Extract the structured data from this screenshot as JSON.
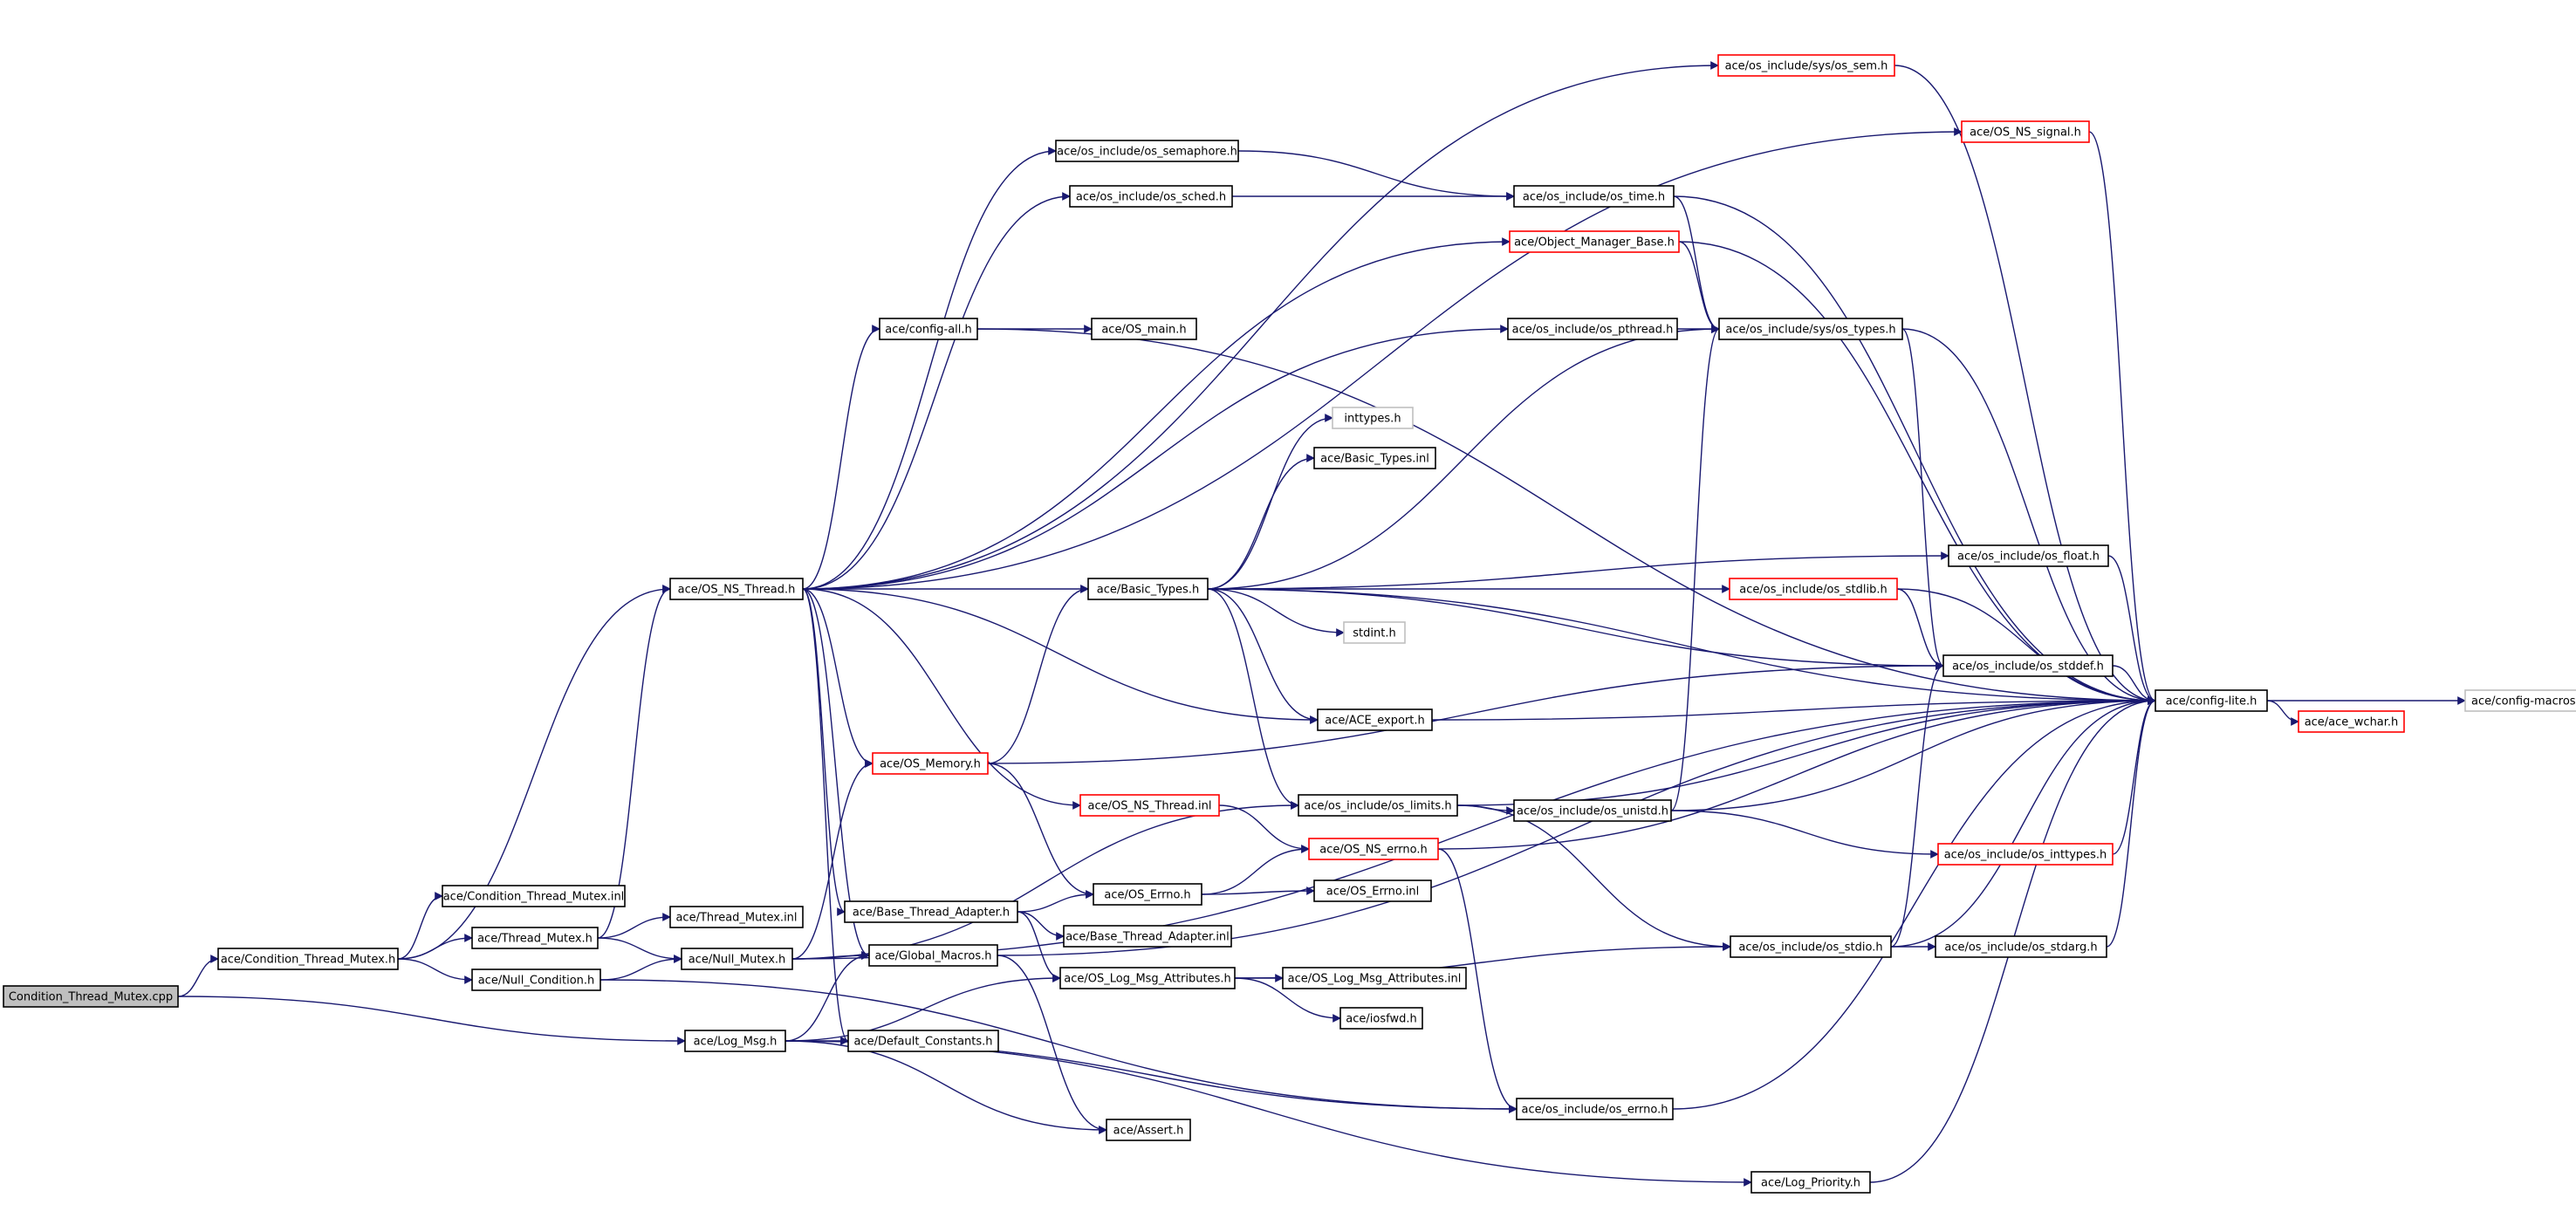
{
  "colors": {
    "edge": "#191970",
    "border_default": "#000000",
    "border_truncated": "#ff0000",
    "border_external": "#bfbfbf",
    "root_fill": "#bfbfbf",
    "fill": "#ffffff"
  },
  "nodes": [
    {
      "id": "root",
      "label": "Condition_Thread_Mutex.cpp",
      "kind": "root"
    },
    {
      "id": "cond_h",
      "label": "ace/Condition_Thread_Mutex.h",
      "kind": "normal"
    },
    {
      "id": "cond_inl",
      "label": "ace/Condition_Thread_Mutex.inl",
      "kind": "normal"
    },
    {
      "id": "thread_mutex_h",
      "label": "ace/Thread_Mutex.h",
      "kind": "normal"
    },
    {
      "id": "thread_mutex_inl",
      "label": "ace/Thread_Mutex.inl",
      "kind": "normal"
    },
    {
      "id": "null_condition_h",
      "label": "ace/Null_Condition.h",
      "kind": "normal"
    },
    {
      "id": "null_mutex_h",
      "label": "ace/Null_Mutex.h",
      "kind": "normal"
    },
    {
      "id": "log_msg_h",
      "label": "ace/Log_Msg.h",
      "kind": "normal"
    },
    {
      "id": "os_ns_thread_h",
      "label": "ace/OS_NS_Thread.h",
      "kind": "normal"
    },
    {
      "id": "os_memory_h",
      "label": "ace/OS_Memory.h",
      "kind": "truncated"
    },
    {
      "id": "config_all_h",
      "label": "ace/config-all.h",
      "kind": "normal"
    },
    {
      "id": "os_main_h",
      "label": "ace/OS_main.h",
      "kind": "normal"
    },
    {
      "id": "os_include_os_semaphore_h",
      "label": "ace/os_include/os_semaphore.h",
      "kind": "normal"
    },
    {
      "id": "os_include_os_sched_h",
      "label": "ace/os_include/os_sched.h",
      "kind": "normal"
    },
    {
      "id": "os_include_sys_os_sem_h",
      "label": "ace/os_include/sys/os_sem.h",
      "kind": "truncated"
    },
    {
      "id": "os_ns_signal_h",
      "label": "ace/OS_NS_signal.h",
      "kind": "truncated"
    },
    {
      "id": "os_include_os_time_h",
      "label": "ace/os_include/os_time.h",
      "kind": "normal"
    },
    {
      "id": "object_manager_base_h",
      "label": "ace/Object_Manager_Base.h",
      "kind": "truncated"
    },
    {
      "id": "os_include_os_pthread_h",
      "label": "ace/os_include/os_pthread.h",
      "kind": "normal"
    },
    {
      "id": "os_include_sys_os_types_h",
      "label": "ace/os_include/sys/os_types.h",
      "kind": "normal"
    },
    {
      "id": "inttypes_h",
      "label": "inttypes.h",
      "kind": "external"
    },
    {
      "id": "basic_types_inl",
      "label": "ace/Basic_Types.inl",
      "kind": "normal"
    },
    {
      "id": "basic_types_h",
      "label": "ace/Basic_Types.h",
      "kind": "normal"
    },
    {
      "id": "stdint_h",
      "label": "stdint.h",
      "kind": "external"
    },
    {
      "id": "os_include_os_float_h",
      "label": "ace/os_include/os_float.h",
      "kind": "normal"
    },
    {
      "id": "os_include_os_stdlib_h",
      "label": "ace/os_include/os_stdlib.h",
      "kind": "truncated"
    },
    {
      "id": "os_include_os_stddef_h",
      "label": "ace/os_include/os_stddef.h",
      "kind": "normal"
    },
    {
      "id": "config_lite_h",
      "label": "ace/config-lite.h",
      "kind": "normal"
    },
    {
      "id": "config_macros_h",
      "label": "ace/config-macros.h",
      "kind": "external"
    },
    {
      "id": "ace_wchar_h",
      "label": "ace/ace_wchar.h",
      "kind": "truncated"
    },
    {
      "id": "ace_export_h",
      "label": "ace/ACE_export.h",
      "kind": "normal"
    },
    {
      "id": "os_ns_thread_inl",
      "label": "ace/OS_NS_Thread.inl",
      "kind": "truncated"
    },
    {
      "id": "os_include_os_limits_h",
      "label": "ace/os_include/os_limits.h",
      "kind": "normal"
    },
    {
      "id": "os_include_os_unistd_h",
      "label": "ace/os_include/os_unistd.h",
      "kind": "normal"
    },
    {
      "id": "os_ns_errno_h",
      "label": "ace/OS_NS_errno.h",
      "kind": "truncated"
    },
    {
      "id": "os_include_os_inttypes_h",
      "label": "ace/os_include/os_inttypes.h",
      "kind": "truncated"
    },
    {
      "id": "base_thread_adapter_h",
      "label": "ace/Base_Thread_Adapter.h",
      "kind": "normal"
    },
    {
      "id": "os_errno_h",
      "label": "ace/OS_Errno.h",
      "kind": "normal"
    },
    {
      "id": "os_errno_inl",
      "label": "ace/OS_Errno.inl",
      "kind": "normal"
    },
    {
      "id": "base_thread_adapter_inl",
      "label": "ace/Base_Thread_Adapter.inl",
      "kind": "normal"
    },
    {
      "id": "global_macros_h",
      "label": "ace/Global_Macros.h",
      "kind": "normal"
    },
    {
      "id": "os_log_msg_attributes_h",
      "label": "ace/OS_Log_Msg_Attributes.h",
      "kind": "normal"
    },
    {
      "id": "os_log_msg_attributes_inl",
      "label": "ace/OS_Log_Msg_Attributes.inl",
      "kind": "normal"
    },
    {
      "id": "iosfwd_h",
      "label": "ace/iosfwd.h",
      "kind": "normal"
    },
    {
      "id": "os_include_os_stdio_h",
      "label": "ace/os_include/os_stdio.h",
      "kind": "normal"
    },
    {
      "id": "os_include_os_stdarg_h",
      "label": "ace/os_include/os_stdarg.h",
      "kind": "normal"
    },
    {
      "id": "default_constants_h",
      "label": "ace/Default_Constants.h",
      "kind": "normal"
    },
    {
      "id": "assert_h",
      "label": "ace/Assert.h",
      "kind": "normal"
    },
    {
      "id": "os_include_os_errno_h",
      "label": "ace/os_include/os_errno.h",
      "kind": "normal"
    },
    {
      "id": "log_priority_h",
      "label": "ace/Log_Priority.h",
      "kind": "normal"
    }
  ],
  "edges": [
    [
      "root",
      "cond_h"
    ],
    [
      "root",
      "log_msg_h"
    ],
    [
      "cond_h",
      "cond_inl"
    ],
    [
      "cond_h",
      "thread_mutex_h"
    ],
    [
      "cond_h",
      "null_condition_h"
    ],
    [
      "cond_h",
      "os_ns_thread_h"
    ],
    [
      "thread_mutex_h",
      "thread_mutex_inl"
    ],
    [
      "thread_mutex_h",
      "null_mutex_h"
    ],
    [
      "thread_mutex_h",
      "os_ns_thread_h"
    ],
    [
      "null_condition_h",
      "null_mutex_h"
    ],
    [
      "null_condition_h",
      "os_include_os_errno_h"
    ],
    [
      "null_mutex_h",
      "os_memory_h"
    ],
    [
      "null_mutex_h",
      "global_macros_h"
    ],
    [
      "null_mutex_h",
      "os_include_os_limits_h"
    ],
    [
      "null_mutex_h",
      "config_lite_h"
    ],
    [
      "log_msg_h",
      "default_constants_h"
    ],
    [
      "log_msg_h",
      "global_macros_h"
    ],
    [
      "log_msg_h",
      "os_log_msg_attributes_h"
    ],
    [
      "log_msg_h",
      "assert_h"
    ],
    [
      "log_msg_h",
      "log_priority_h"
    ],
    [
      "log_msg_h",
      "os_include_os_errno_h"
    ],
    [
      "os_ns_thread_h",
      "config_all_h"
    ],
    [
      "os_ns_thread_h",
      "os_include_os_semaphore_h"
    ],
    [
      "os_ns_thread_h",
      "os_include_os_sched_h"
    ],
    [
      "os_ns_thread_h",
      "os_include_sys_os_sem_h"
    ],
    [
      "os_ns_thread_h",
      "os_ns_signal_h"
    ],
    [
      "os_ns_thread_h",
      "object_manager_base_h"
    ],
    [
      "os_ns_thread_h",
      "os_include_os_pthread_h"
    ],
    [
      "os_ns_thread_h",
      "basic_types_h"
    ],
    [
      "os_ns_thread_h",
      "ace_export_h"
    ],
    [
      "os_ns_thread_h",
      "os_memory_h"
    ],
    [
      "os_ns_thread_h",
      "os_ns_thread_inl"
    ],
    [
      "os_ns_thread_h",
      "base_thread_adapter_h"
    ],
    [
      "os_ns_thread_h",
      "global_macros_h"
    ],
    [
      "os_ns_thread_h",
      "default_constants_h"
    ],
    [
      "config_all_h",
      "os_main_h"
    ],
    [
      "config_all_h",
      "config_lite_h"
    ],
    [
      "os_include_os_semaphore_h",
      "os_include_os_time_h"
    ],
    [
      "os_include_os_sched_h",
      "os_include_os_time_h"
    ],
    [
      "os_include_sys_os_sem_h",
      "config_lite_h"
    ],
    [
      "os_ns_signal_h",
      "config_lite_h"
    ],
    [
      "os_include_os_time_h",
      "os_include_sys_os_types_h"
    ],
    [
      "os_include_os_time_h",
      "config_lite_h"
    ],
    [
      "object_manager_base_h",
      "os_include_sys_os_types_h"
    ],
    [
      "object_manager_base_h",
      "config_lite_h"
    ],
    [
      "os_include_os_pthread_h",
      "os_include_sys_os_types_h"
    ],
    [
      "os_include_sys_os_types_h",
      "os_include_os_stddef_h"
    ],
    [
      "os_include_sys_os_types_h",
      "config_lite_h"
    ],
    [
      "basic_types_h",
      "inttypes_h"
    ],
    [
      "basic_types_h",
      "basic_types_inl"
    ],
    [
      "basic_types_h",
      "stdint_h"
    ],
    [
      "basic_types_h",
      "os_include_os_float_h"
    ],
    [
      "basic_types_h",
      "os_include_os_stdlib_h"
    ],
    [
      "basic_types_h",
      "os_include_os_stddef_h"
    ],
    [
      "basic_types_h",
      "ace_export_h"
    ],
    [
      "basic_types_h",
      "os_include_os_limits_h"
    ],
    [
      "basic_types_h",
      "os_include_sys_os_types_h"
    ],
    [
      "basic_types_h",
      "config_lite_h"
    ],
    [
      "os_include_os_float_h",
      "config_lite_h"
    ],
    [
      "os_include_os_stdlib_h",
      "os_include_os_stddef_h"
    ],
    [
      "os_include_os_stdlib_h",
      "config_lite_h"
    ],
    [
      "os_include_os_stddef_h",
      "config_lite_h"
    ],
    [
      "config_lite_h",
      "config_macros_h"
    ],
    [
      "config_lite_h",
      "ace_wchar_h"
    ],
    [
      "ace_export_h",
      "config_lite_h"
    ],
    [
      "os_memory_h",
      "basic_types_h"
    ],
    [
      "os_memory_h",
      "os_errno_h"
    ],
    [
      "os_memory_h",
      "os_include_os_stddef_h"
    ],
    [
      "os_ns_thread_inl",
      "os_ns_errno_h"
    ],
    [
      "os_include_os_limits_h",
      "os_include_os_unistd_h"
    ],
    [
      "os_include_os_limits_h",
      "os_include_os_stdio_h"
    ],
    [
      "os_include_os_limits_h",
      "config_lite_h"
    ],
    [
      "os_include_os_unistd_h",
      "os_include_sys_os_types_h"
    ],
    [
      "os_include_os_unistd_h",
      "os_include_os_inttypes_h"
    ],
    [
      "os_include_os_unistd_h",
      "config_lite_h"
    ],
    [
      "os_ns_errno_h",
      "os_include_os_errno_h"
    ],
    [
      "os_ns_errno_h",
      "config_lite_h"
    ],
    [
      "os_include_os_inttypes_h",
      "config_lite_h"
    ],
    [
      "base_thread_adapter_h",
      "base_thread_adapter_inl"
    ],
    [
      "base_thread_adapter_h",
      "os_log_msg_attributes_h"
    ],
    [
      "base_thread_adapter_h",
      "os_errno_h"
    ],
    [
      "os_errno_h",
      "os_errno_inl"
    ],
    [
      "os_errno_h",
      "os_ns_errno_h"
    ],
    [
      "global_macros_h",
      "assert_h"
    ],
    [
      "global_macros_h",
      "config_lite_h"
    ],
    [
      "os_log_msg_attributes_h",
      "os_log_msg_attributes_inl"
    ],
    [
      "os_log_msg_attributes_h",
      "iosfwd_h"
    ],
    [
      "os_log_msg_attributes_h",
      "os_include_os_stdio_h"
    ],
    [
      "os_include_os_stdio_h",
      "os_include_os_stdarg_h"
    ],
    [
      "os_include_os_stdio_h",
      "os_include_os_stddef_h"
    ],
    [
      "os_include_os_stdio_h",
      "config_lite_h"
    ],
    [
      "os_include_os_stdarg_h",
      "config_lite_h"
    ],
    [
      "os_include_os_errno_h",
      "config_lite_h"
    ],
    [
      "log_priority_h",
      "config_lite_h"
    ]
  ]
}
